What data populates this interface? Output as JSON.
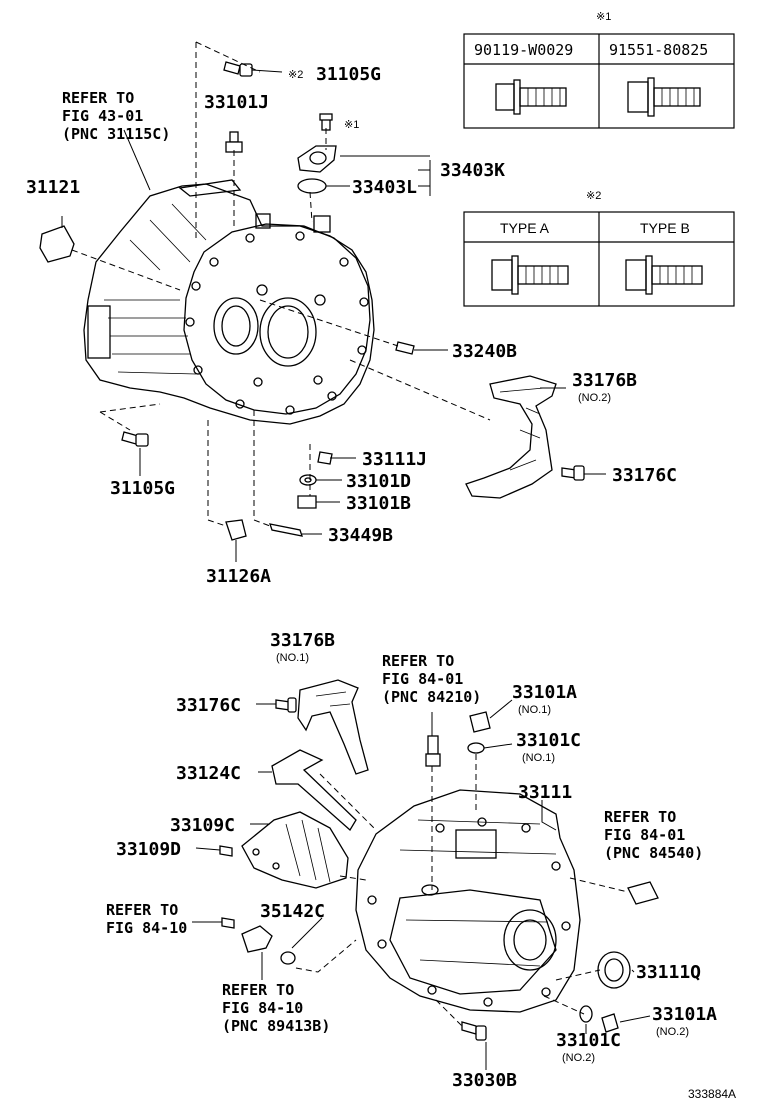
{
  "diagram_id": "333884A",
  "table1": {
    "mark": "※1",
    "col1": "90119-W0029",
    "col2": "91551-80825"
  },
  "table2": {
    "mark": "※2",
    "col1": "TYPE A",
    "col2": "TYPE B"
  },
  "top_labels": {
    "p31105g_top": "31105G",
    "p31105g_top_note": "※2",
    "p33101j": "33101J",
    "bolt_note1": "※1",
    "p33403k": "33403K",
    "p33403l": "33403L",
    "p31121": "31121",
    "p33240b": "33240B",
    "p33176b_top": "33176B",
    "p33176b_top_sub": "(NO.2)",
    "p33176c_top": "33176C",
    "p33111j": "33111J",
    "p33101d": "33101D",
    "p33101b": "33101B",
    "p33449b": "33449B",
    "p31105g_bot": "31105G",
    "p31126a": "31126A",
    "ref43_l1": "REFER TO",
    "ref43_l2": "FIG 43-01",
    "ref43_l3": "(PNC 31115C)"
  },
  "bottom_labels": {
    "p33176b": "33176B",
    "p33176b_sub": "(NO.1)",
    "p33176c": "33176C",
    "p33124c": "33124C",
    "p33109c": "33109C",
    "p33109d": "33109D",
    "p35142c": "35142C",
    "p33111": "33111",
    "p33101a_top": "33101A",
    "p33101a_top_sub": "(NO.1)",
    "p33101c_top": "33101C",
    "p33101c_top_sub": "(NO.1)",
    "p33111q": "33111Q",
    "p33101a_bot": "33101A",
    "p33101a_bot_sub": "(NO.2)",
    "p33101c_bot": "33101C",
    "p33101c_bot_sub": "(NO.2)",
    "p33030b": "33030B",
    "ref84_01a_l1": "REFER TO",
    "ref84_01a_l2": "FIG 84-01",
    "ref84_01a_l3": "(PNC 84210)",
    "ref84_01b_l1": "REFER TO",
    "ref84_01b_l2": "FIG 84-01",
    "ref84_01b_l3": "(PNC 84540)",
    "ref84_10a_l1": "REFER TO",
    "ref84_10a_l2": "FIG 84-10",
    "ref84_10b_l1": "REFER TO",
    "ref84_10b_l2": "FIG 84-10",
    "ref84_10b_l3": "(PNC 89413B)"
  }
}
